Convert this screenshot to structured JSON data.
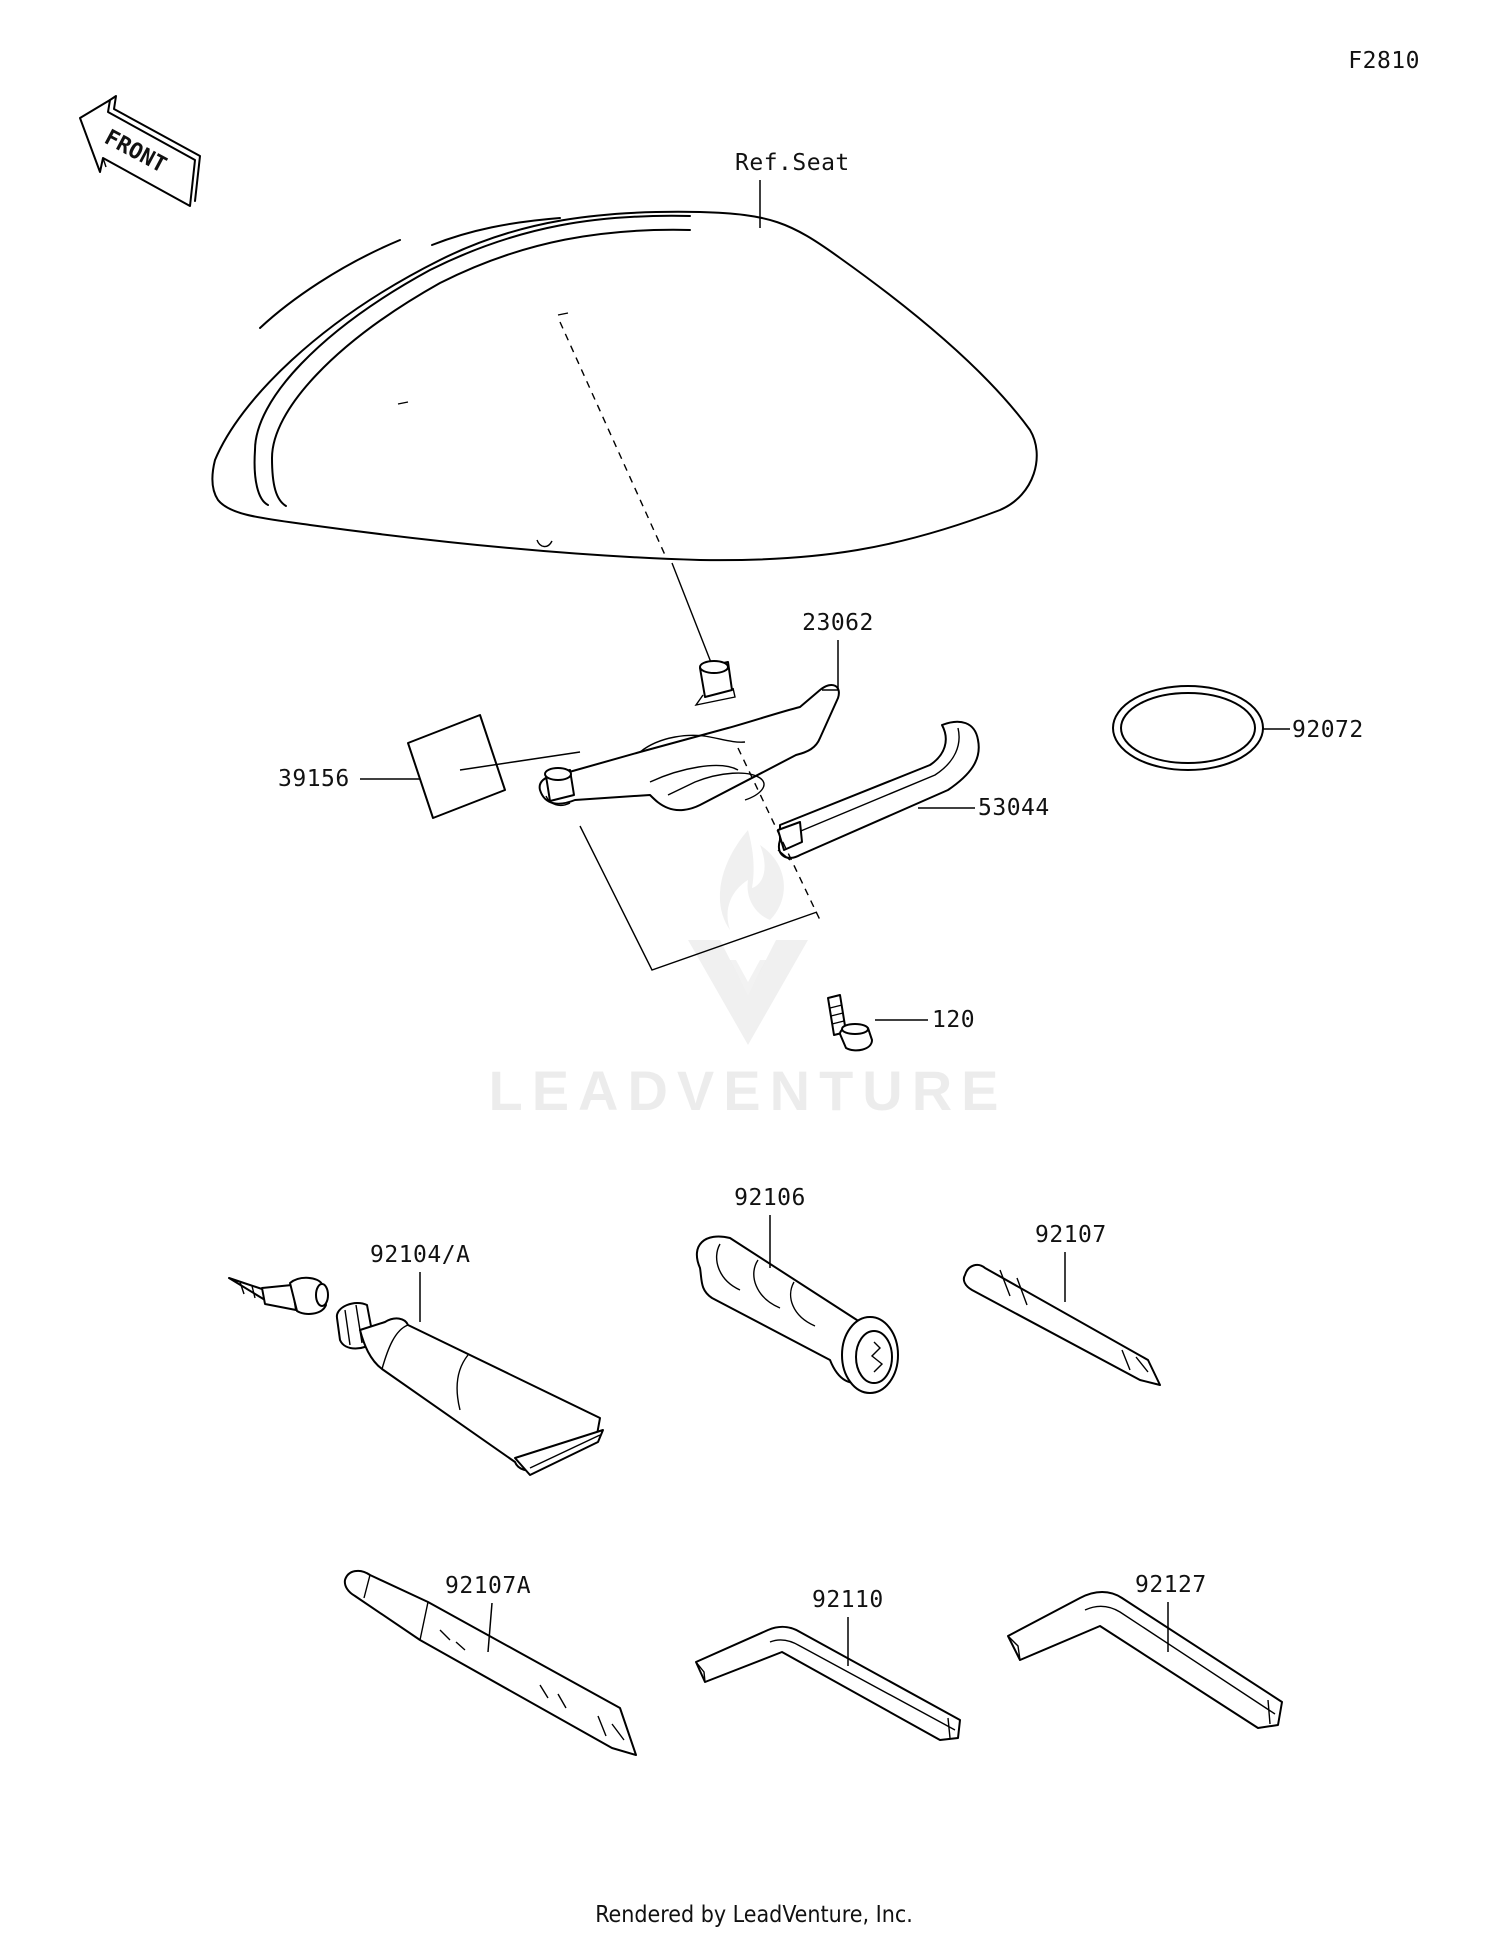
{
  "figure_code": "F2810",
  "front_label": "FRONT",
  "watermark": "LEADVENTURE",
  "footer": "Rendered by LeadVenture, Inc.",
  "parts": {
    "seat_ref": "Ref.Seat",
    "p23062": "23062",
    "p39156": "39156",
    "p92072": "92072",
    "p53044": "53044",
    "p120": "120",
    "p92104A": "92104/A",
    "p92106": "92106",
    "p92107": "92107",
    "p92107A": "92107A",
    "p92110": "92110",
    "p92127": "92127"
  }
}
